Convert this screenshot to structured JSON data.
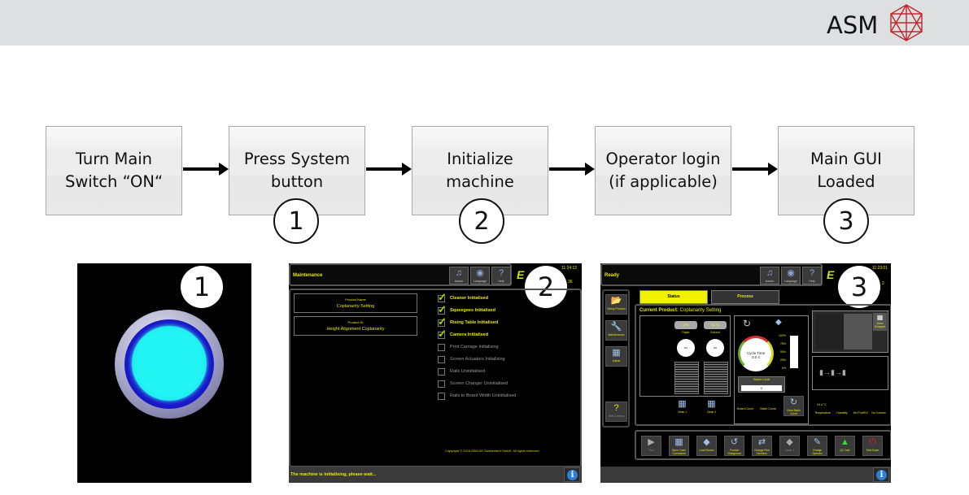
{
  "header": {
    "logo_text": "ASM",
    "logo_icon": "asm-polyhedron-logo",
    "brand_color": "#c0282e"
  },
  "flow": {
    "steps": [
      {
        "label": "Turn Main\nSwitch “ON“",
        "badge": null
      },
      {
        "label": "Press System\nbutton",
        "badge": "1"
      },
      {
        "label": "Initialize\nmachine",
        "badge": "2"
      },
      {
        "label": "Operator login\n(if applicable)",
        "badge": null
      },
      {
        "label": "Main GUI\nLoaded",
        "badge": "3"
      }
    ]
  },
  "panels": {
    "system_button": {
      "badge": "1",
      "icon": "illuminated-system-button",
      "light_color": "#22f4f4"
    },
    "init_screen": {
      "badge": "2",
      "title": "Maintenance",
      "header_buttons": [
        {
          "label": "buzzer",
          "icon": "buzzer-icon"
        },
        {
          "label": "Language",
          "icon": "globe-map-icon"
        },
        {
          "label": "Help",
          "icon": "help-icon"
        }
      ],
      "brand": "E",
      "clock": "11:24:12",
      "clock_sub": "36",
      "product_name_label": "Product Name",
      "product_name": "Coplanarity Setting",
      "product_id_label": "Product ID",
      "product_id": "Height Alignment Coplanarity",
      "checklist": [
        {
          "label": "Cleaner Initialised",
          "checked": true
        },
        {
          "label": "Squeegees Initialised",
          "checked": true
        },
        {
          "label": "Rising Table Initialised",
          "checked": true
        },
        {
          "label": "Camera Initialised",
          "checked": true
        },
        {
          "label": "Print Carriage Initialising",
          "checked": false
        },
        {
          "label": "Screen Actuators Initialising",
          "checked": false
        },
        {
          "label": "Rails Uninitialised",
          "checked": false
        },
        {
          "label": "Screen Changer Uninitialised",
          "checked": false
        },
        {
          "label": "Rails to Board Width Uninitialised",
          "checked": false
        }
      ],
      "copyright": "Copyright © 2016 ASM AS Switzerland GmbH. All rights reserved.",
      "status_message": "The machine is initialising, please wait...",
      "info_label": "i"
    },
    "main_gui": {
      "badge": "3",
      "status": "Ready",
      "header_buttons": [
        {
          "label": "buzzer",
          "icon": "buzzer-icon"
        },
        {
          "label": "Language",
          "icon": "globe-map-icon"
        },
        {
          "label": "Help",
          "icon": "help-icon"
        }
      ],
      "brand": "E",
      "clock": "11:23:01",
      "clock_sub": "2",
      "tabs": [
        {
          "label": "Status",
          "active": true
        },
        {
          "label": "Process",
          "active": false
        }
      ],
      "side_nav": [
        {
          "label": "Setup Product",
          "icon": "folder-icon"
        },
        {
          "label": "Maintenance",
          "icon": "wrench-icon"
        },
        {
          "label": "Adjust",
          "icon": "adjust-icon"
        },
        {
          "label": "HMI Comms",
          "icon": "comms-help-icon"
        }
      ],
      "current_product_label": "Current Product:",
      "current_product": "Coplanarity Setting",
      "paper": {
        "label": "Paper",
        "value": "0 %",
        "timer": "NA"
      },
      "solvent": {
        "label": "Solvent",
        "value": "41 %",
        "timer": "NA"
      },
      "clean_buttons": [
        "Clean 1",
        "Clean 2"
      ],
      "cycle_time_label": "Cycle Time",
      "cycle_time": "0.0 s",
      "scale_labels": [
        "100%",
        "75%",
        "50%",
        "25%",
        "0%"
      ],
      "batch_limit_label": "Batch Limit",
      "batch_limit": "0",
      "counters": [
        {
          "label": "Board Count",
          "value": "0"
        },
        {
          "label": "Batch Count",
          "value": "0"
        },
        {
          "label": "Clear Batch Count",
          "value": ""
        }
      ],
      "show_enlarged": "Show Enlarged",
      "temperature": "24.4 °C",
      "temperature_label": "Temperature",
      "humidity_label": "Humidity",
      "no_prodex": "No ProDEX",
      "no_comms": "No Comms",
      "commands": [
        {
          "label": "Run",
          "icon": "run-help-icon",
          "enabled": false
        },
        {
          "label": "Open Cover Commands",
          "icon": "cover-icon",
          "enabled": true
        },
        {
          "label": "Load Screen",
          "icon": "screen-icon",
          "enabled": true
        },
        {
          "label": "Product Changeover",
          "icon": "changeover-icon",
          "enabled": true
        },
        {
          "label": "Change Print Direction",
          "icon": "direction-icon",
          "enabled": true
        },
        {
          "label": "Clean 1",
          "icon": "clean-icon",
          "enabled": false
        },
        {
          "label": "Change Operator",
          "icon": "operator-icon",
          "enabled": true
        },
        {
          "label": "QC Calc",
          "icon": "qc-chart-icon",
          "enabled": true
        },
        {
          "label": "Shut Down",
          "icon": "power-icon",
          "enabled": true
        }
      ],
      "info_label": "i"
    }
  }
}
